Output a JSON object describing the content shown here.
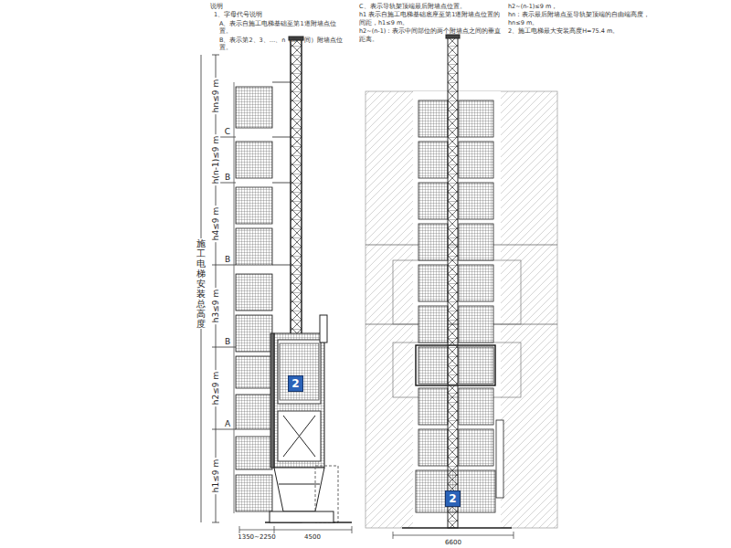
{
  "diagram": {
    "nodes": [
      {
        "text": [
          "2"
        ]
      },
      {
        "text": [
          "2"
        ]
      }
    ],
    "labels": [
      "说明",
      "1、字母代号说明",
      "A、表示自施工电梯基础至第1道附墙点位置。",
      "B、表示第2、3、…、n（即中间）附墙点位置。",
      "C、表示导轨架顶端最后附墙点位置。",
      "h1 表示自施工电梯基础底座至第1道附墙点位置的间距，h1≤9 m。",
      "h2~(n-1)：表示中间部位的两个附墙点之间的垂直距离。",
      "h2~(n-1)≤9 m，",
      "hn：表示最后附墙点至导轨架顶端的自由端高度，hn≤9 m。",
      "2、施工电梯最大安装高度H=75.4 m。",
      "hn≤9 m",
      "C",
      "h(n-1)≤9 m",
      "B",
      "h4≤9 m",
      "B",
      "h3≤9 m",
      "B",
      "h2≤9 m",
      "A",
      "h1≤9 m",
      "施工电梯安装总高度",
      "1350~2250",
      "4500",
      "6600"
    ]
  }
}
